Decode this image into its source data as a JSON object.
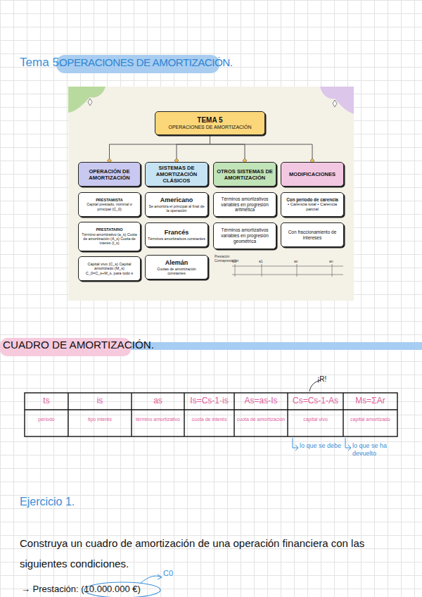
{
  "diagram": {
    "title": "OPERACIONES DE AMORTIZACIÓN.",
    "nodes": [
      {
        "text": [
          "TEMA 5",
          "OPERACIONES DE AMORTIZACIÓN"
        ]
      },
      {
        "text": [
          "OPERACIÓN DE AMORTIZACIÓN"
        ]
      },
      {
        "text": [
          "SISTEMAS DE AMORTIZACIÓN CLÁSICOS"
        ]
      },
      {
        "text": [
          "OTROS SISTEMAS DE AMORTIZACIÓN"
        ]
      },
      {
        "text": [
          "MODIFICACIONES"
        ]
      },
      {
        "text": [
          "PRESTAMISTA",
          "Capital prestado, nominal o principal (C_0)"
        ]
      },
      {
        "text": [
          "PRESTATARIO",
          "Término amortizativo (a_s) Cuota de amortización (A_s) Cuota de interés (I_s)"
        ]
      },
      {
        "text": [
          "Capital vivo (C_s) Capital amortizado (M_s) C_0=C_s+M_s, para todo s"
        ]
      },
      {
        "text": [
          "Americano",
          "Se amortiza el principal al final de la operación"
        ]
      },
      {
        "text": [
          "Francés",
          "Términos amortizativos constantes"
        ]
      },
      {
        "text": [
          "Alemán",
          "Cuotas de amortización constantes"
        ]
      },
      {
        "text": [
          "Términos amortizativos variables en progresión aritmética"
        ]
      },
      {
        "text": [
          "Términos amortizativos variables en progresión geométrica"
        ]
      },
      {
        "text": [
          "Con período de carencia",
          "• Carencia total • Carencia parcial"
        ]
      },
      {
        "text": [
          "Con fraccionamiento de intereses"
        ]
      }
    ],
    "edges": [
      {
        "from": 0,
        "to": 1,
        "arrow": "none"
      },
      {
        "from": 0,
        "to": 2,
        "arrow": "none"
      },
      {
        "from": 0,
        "to": 3,
        "arrow": "none"
      },
      {
        "from": 0,
        "to": 4,
        "arrow": "none"
      }
    ],
    "labels": [
      "Tema 5.",
      "Prestación",
      "Contraprestación",
      "C0",
      "a1",
      "as",
      "an",
      "CUADRO DE AMORTIZACIÓN.",
      "¡R!",
      "ts",
      "is",
      "as",
      "Is=Cs-1·is",
      "As=as-Is",
      "Cs=Cs-1-As",
      "Ms=ΣAr",
      "periodo",
      "tipo interés",
      "término amortizativo",
      "cuota de interés",
      "cuota de amortización",
      "capital vivo",
      "capital amortizado",
      "lo que se debe",
      "lo que se ha devuelto",
      "Ejercicio 1.",
      "Construya un cuadro de amortización de una operación financiera con las siguientes condiciones.",
      "→ Prestación: (10.000.000 €)",
      "C0"
    ]
  }
}
